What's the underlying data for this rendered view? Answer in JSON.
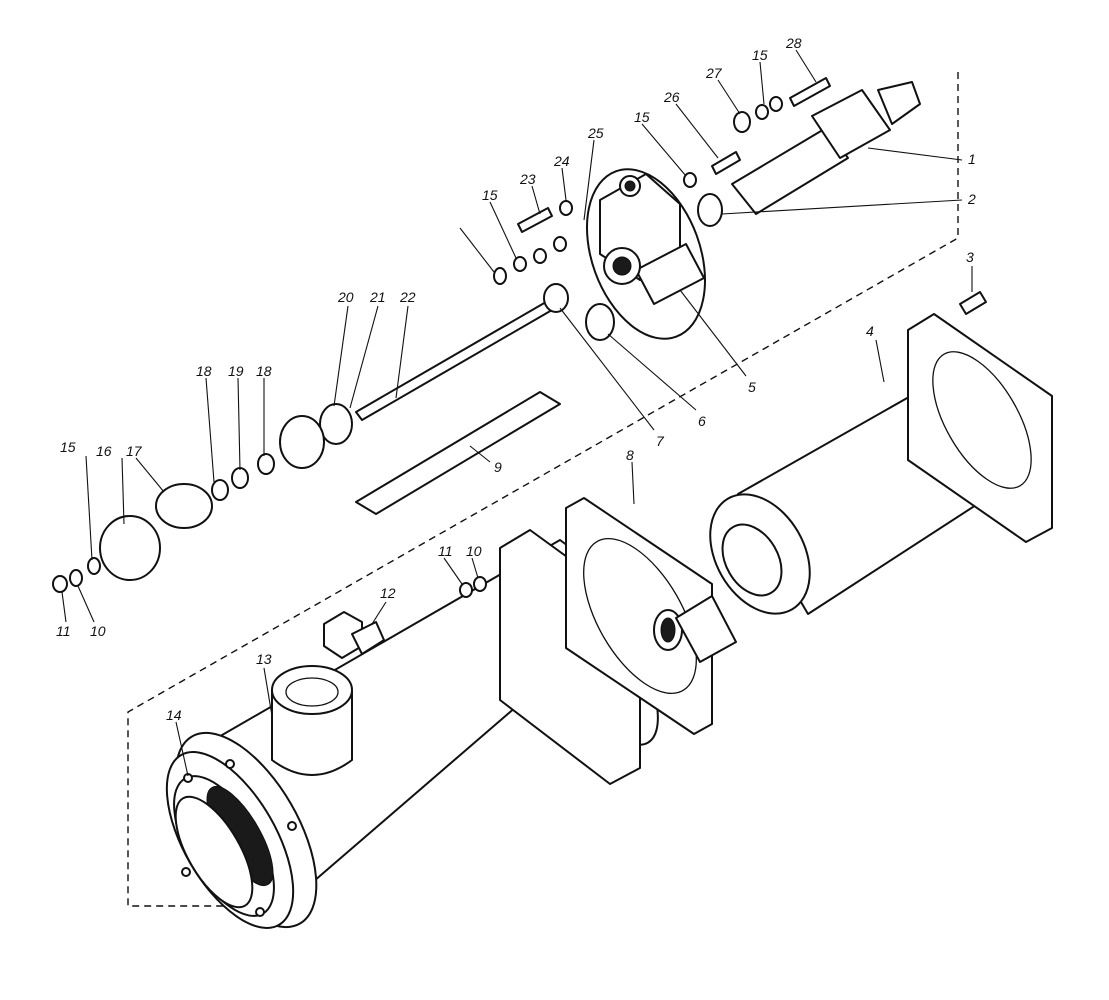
{
  "diagram": {
    "callouts": [
      "1",
      "2",
      "3",
      "4",
      "5",
      "6",
      "7",
      "8",
      "9",
      "10",
      "10",
      "11",
      "11",
      "12",
      "13",
      "14",
      "15",
      "15",
      "15",
      "15",
      "16",
      "17",
      "18",
      "18",
      "19",
      "20",
      "21",
      "22",
      "23",
      "24",
      "25",
      "26",
      "27",
      "28"
    ]
  },
  "colors": {
    "ink": "#111111",
    "paper": "#ffffff"
  }
}
